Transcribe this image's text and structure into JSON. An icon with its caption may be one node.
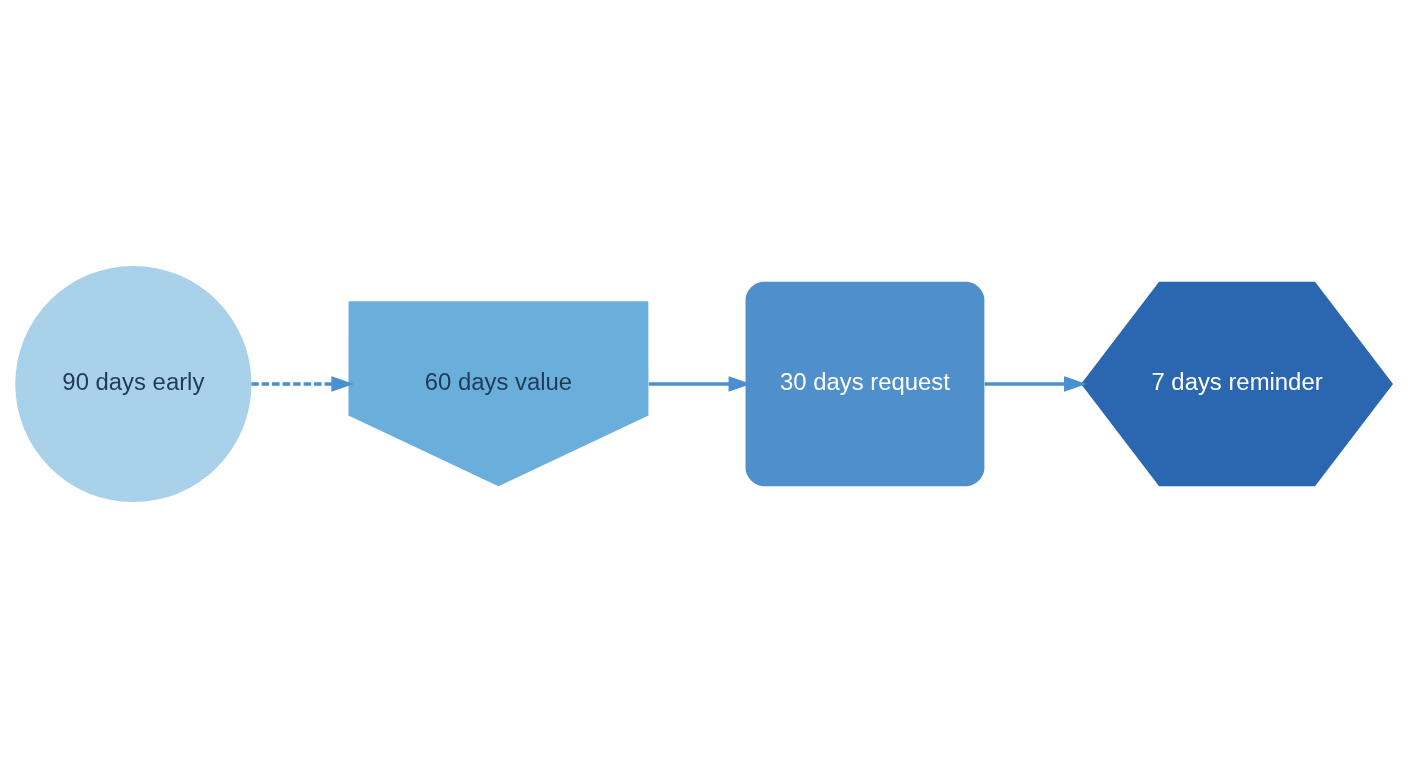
{
  "diagram": {
    "nodes": [
      {
        "text": [
          "90 days early"
        ]
      },
      {
        "text": [
          "60 days value"
        ]
      },
      {
        "text": [
          "30 days request"
        ]
      },
      {
        "text": [
          "7 days reminder"
        ]
      }
    ],
    "edges": [
      {
        "from": 0,
        "to": 1,
        "arrow": "to",
        "style": "dashed"
      },
      {
        "from": 1,
        "to": 2,
        "arrow": "to"
      },
      {
        "from": 2,
        "to": 3,
        "arrow": "to"
      }
    ]
  }
}
